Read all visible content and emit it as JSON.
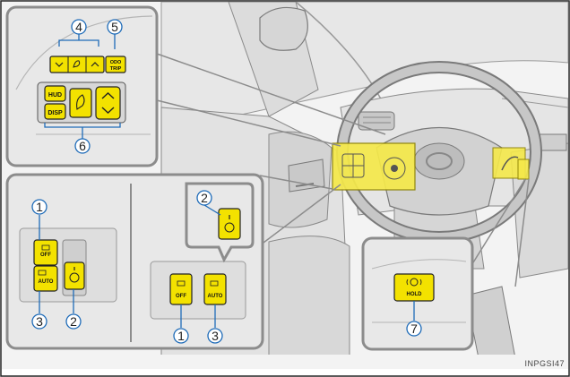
{
  "figure_code": "INPGSI47",
  "callouts": {
    "c1": "1",
    "c2": "2",
    "c3": "3",
    "c4": "4",
    "c5": "5",
    "c6": "6",
    "c7": "7"
  },
  "buttons": {
    "hud": "HUD",
    "disp": "DISP",
    "odo_trip_line1": "ODO",
    "odo_trip_line2": "TRIP",
    "off": "OFF",
    "auto": "AUTO",
    "hold": "HOLD"
  },
  "colors": {
    "button_yellow": "#f3e200",
    "highlight_yellow": "#f5e94a",
    "panel_gray": "#e8e8e8",
    "outline_gray": "#8c8c8c"
  },
  "icons": [
    "chevron-down-icon",
    "chevron-up-icon",
    "phone-icon",
    "voice-icon",
    "steering-heater-icon",
    "brake-hold-icon",
    "seat-heater-icon"
  ]
}
